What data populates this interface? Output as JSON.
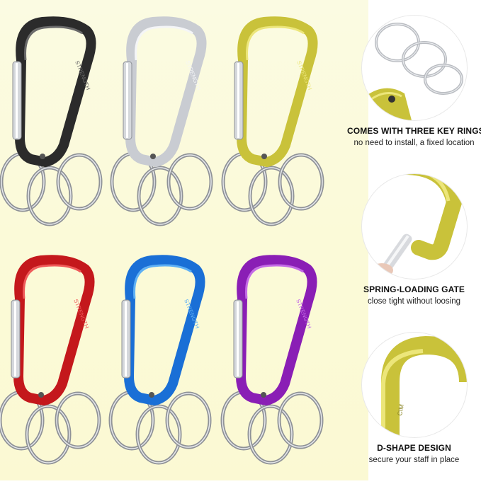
{
  "product": {
    "carabiners": [
      {
        "color_name": "black",
        "color": "#2b2b2b",
        "highlight": "#6a6a6a"
      },
      {
        "color_name": "silver",
        "color": "#c9ccd2",
        "highlight": "#f4f5f7"
      },
      {
        "color_name": "gold",
        "color": "#c9c23a",
        "highlight": "#ece67a"
      },
      {
        "color_name": "red",
        "color": "#c4181c",
        "highlight": "#ef5a5a"
      },
      {
        "color_name": "blue",
        "color": "#1a6fd6",
        "highlight": "#5eb0f5"
      },
      {
        "color_name": "purple",
        "color": "#8a1eb5",
        "highlight": "#c46be6"
      }
    ],
    "ring_color": "#b9bcc2",
    "engraving": "STRENGTH"
  },
  "features": [
    {
      "title": "COMES WITH THREE KEY RINGS",
      "subtitle": "no need to install, a fixed location",
      "icon": "key-rings-closeup"
    },
    {
      "title": "SPRING-LOADING GATE",
      "subtitle": "close tight without loosing",
      "icon": "gate-closeup"
    },
    {
      "title": "D-SHAPE DESIGN",
      "subtitle": "secure your staff in place",
      "icon": "d-shape-closeup"
    }
  ],
  "colors": {
    "background_panel": "#fbfad8",
    "gold_metal": "#c9c23a"
  }
}
